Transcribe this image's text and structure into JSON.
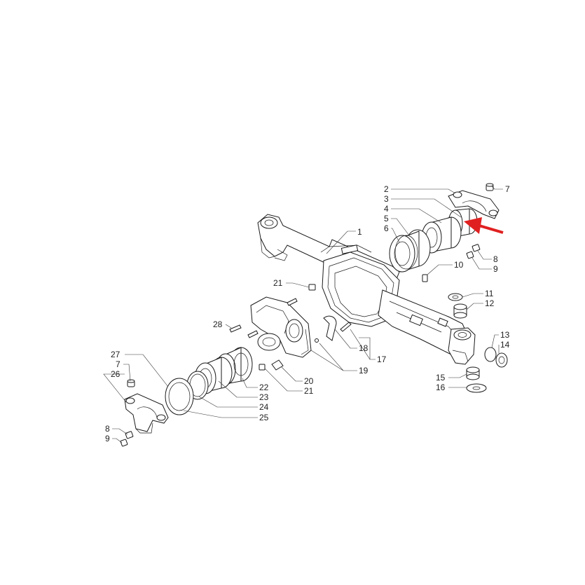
{
  "diagram": {
    "callouts": {
      "c1": "1",
      "c2": "2",
      "c3": "3",
      "c4": "4",
      "c5": "5",
      "c6": "6",
      "c7a": "7",
      "c7b": "7",
      "c8a": "8",
      "c8b": "8",
      "c9a": "9",
      "c9b": "9",
      "c10": "10",
      "c11": "11",
      "c12": "12",
      "c13": "13",
      "c14": "14",
      "c15": "15",
      "c16": "16",
      "c17": "17",
      "c18": "18",
      "c19": "19",
      "c20": "20",
      "c21a": "21",
      "c21b": "21",
      "c22": "22",
      "c23": "23",
      "c24": "24",
      "c25": "25",
      "c26": "26",
      "c27": "27",
      "c28": "28"
    },
    "highlight_color": "#e02020",
    "line_color": "#1a1a1a"
  }
}
